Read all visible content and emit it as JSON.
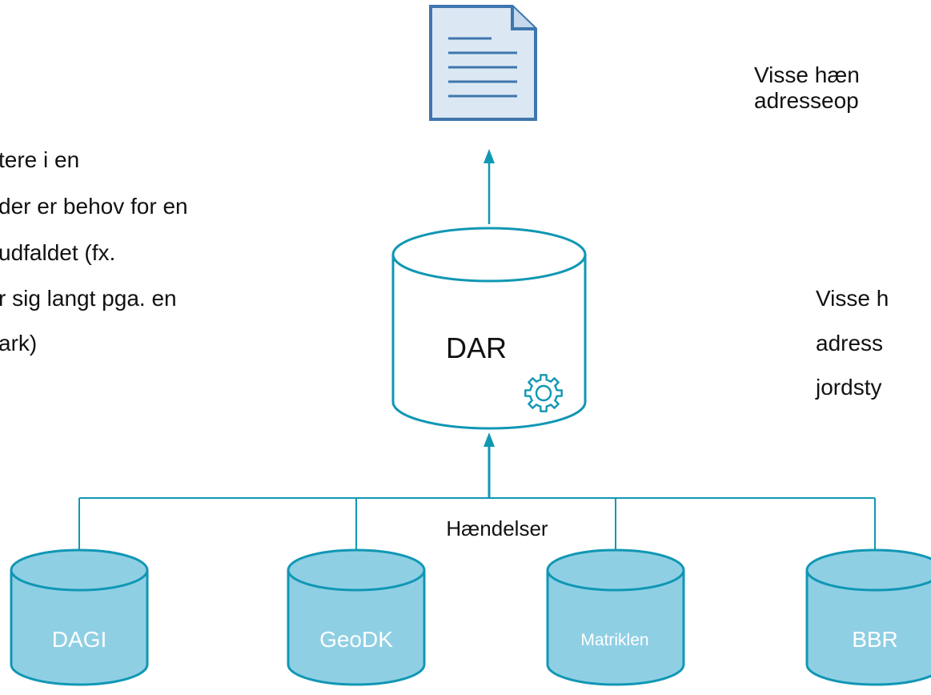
{
  "left_text": {
    "lines": [
      "tere i en",
      "der er behov for en",
      "udfaldet (fx.",
      "r sig langt pga. en",
      "ark)"
    ]
  },
  "right_text_top": {
    "lines": [
      "Visse hæn",
      "adresseop"
    ]
  },
  "right_text_mid": {
    "lines": [
      "Visse h",
      "adress",
      "jordsty"
    ]
  },
  "central_db": {
    "label": "DAR",
    "icon": "gear-icon"
  },
  "document_icon": "document-icon",
  "events_label": "Hændelser",
  "sources": [
    {
      "label": "DAGI"
    },
    {
      "label": "GeoDK"
    },
    {
      "label": "Matriklen"
    },
    {
      "label": "BBR"
    }
  ],
  "colors": {
    "accent": "#1097b4",
    "source_fill": "#8fcfe4",
    "source_text": "#ffffff",
    "doc_fill": "#dbe8f4",
    "doc_stroke": "#3f76ad",
    "text": "#111111"
  }
}
